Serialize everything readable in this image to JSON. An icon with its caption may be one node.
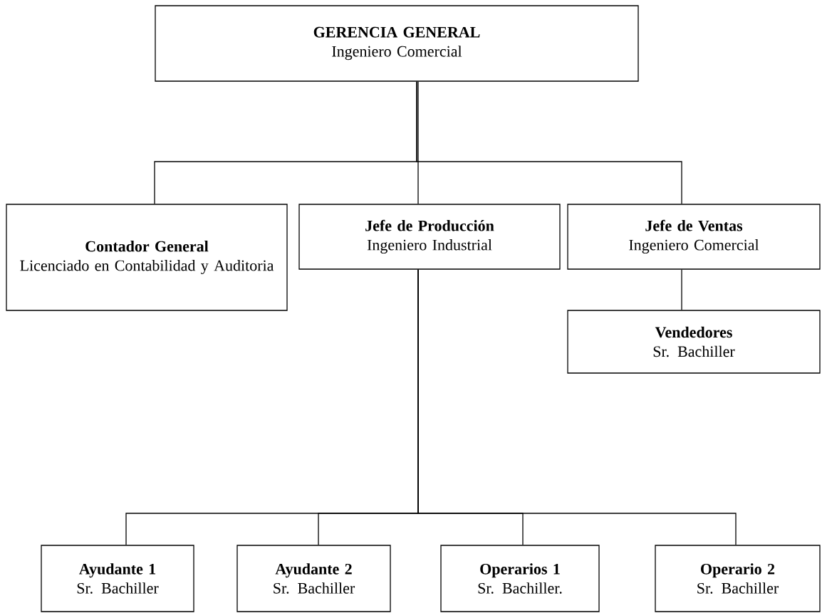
{
  "diagram": {
    "nodes": [
      {
        "text": [
          "GERENCIA GENERAL",
          "Ingeniero Comercial"
        ]
      },
      {
        "text": [
          "Contador General",
          "Licenciado en Contabilidad y Auditoria"
        ]
      },
      {
        "text": [
          "Jefe de Producción",
          "Ingeniero Industrial"
        ]
      },
      {
        "text": [
          "Jefe de Ventas",
          "Ingeniero Comercial"
        ]
      },
      {
        "text": [
          "Vendedores",
          "Sr. Bachiller"
        ]
      },
      {
        "text": [
          "Ayudante 1",
          "Sr. Bachiller"
        ]
      },
      {
        "text": [
          "Ayudante 2",
          "Sr. Bachiller"
        ]
      },
      {
        "text": [
          "Operarios 1",
          "Sr. Bachiller."
        ]
      },
      {
        "text": [
          "Operario 2",
          "Sr. Bachiller"
        ]
      }
    ],
    "edges": [
      {
        "from": 0,
        "to": 1,
        "arrow": "none"
      },
      {
        "from": 0,
        "to": 2,
        "arrow": "none"
      },
      {
        "from": 0,
        "to": 3,
        "arrow": "none"
      },
      {
        "from": 3,
        "to": 4,
        "arrow": "none"
      },
      {
        "from": 2,
        "to": 5,
        "arrow": "none"
      },
      {
        "from": 2,
        "to": 6,
        "arrow": "none"
      },
      {
        "from": 2,
        "to": 7,
        "arrow": "none"
      },
      {
        "from": 2,
        "to": 8,
        "arrow": "none"
      }
    ]
  }
}
